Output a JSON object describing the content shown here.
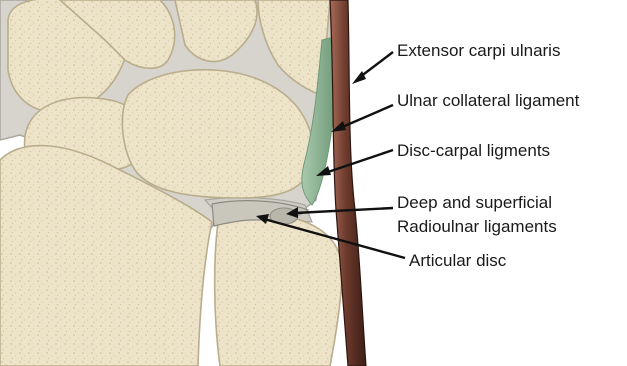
{
  "labels": {
    "extensor_carpi_ulnaris": "Extensor carpi ulnaris",
    "ulnar_collateral_ligament": "Ulnar collateral ligament",
    "disc_carpal_ligaments": "Disc-carpal ligments",
    "deep_superficial_line1": "Deep and superficial",
    "deep_superficial_line2": "Radioulnar ligaments",
    "articular_disc": "Articular disc"
  },
  "colors": {
    "bone_fill": "#ece3c9",
    "bone_texture": "#d8caa4",
    "cartilage": "#d6d4cc",
    "cartilage_edge": "#a9a69c",
    "tendon": "#5a2e22",
    "tendon_highlight": "#a86a58",
    "ligament_green": "#8fb596",
    "ligament_green_dark": "#6f9a78",
    "arrow": "#111111"
  }
}
